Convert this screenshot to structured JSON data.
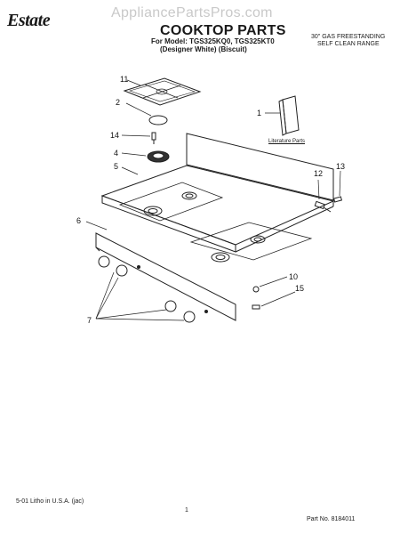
{
  "header": {
    "brand": "Estate",
    "watermark": "AppliancePartsPros.com",
    "title": "COOKTOP PARTS",
    "model_line": "For Model: TGS325KQ0, TGS325KT0",
    "variant_line": "(Designer White)   (Biscuit)",
    "range_line1": "30\" GAS FREESTANDING",
    "range_line2": "SELF CLEAN RANGE"
  },
  "diagram": {
    "literature_label": "Literature Parts",
    "callouts": [
      "11",
      "2",
      "14",
      "4",
      "5",
      "1",
      "12",
      "13",
      "6",
      "10",
      "15",
      "7"
    ]
  },
  "footer": {
    "litho": "5-01 Litho in U.S.A. (jac)",
    "page": "1",
    "part_no": "Part No. 8184011"
  }
}
